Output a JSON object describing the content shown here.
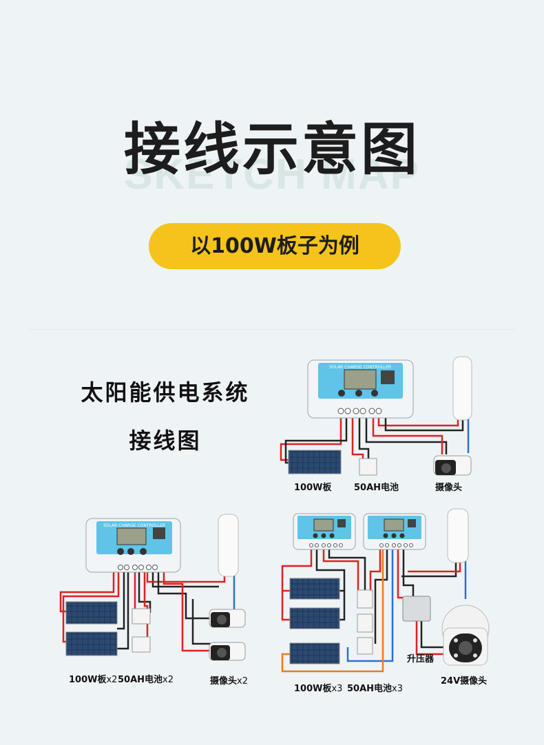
{
  "header": {
    "title": "接线示意图",
    "subtitle": "SKETCH MAP",
    "pill": "以100W板子为例"
  },
  "intro": {
    "line1": "太阳能供电系统",
    "line2": "接线图"
  },
  "controller": {
    "top_text": "SOLAR CHARGE CONTROLLER"
  },
  "diagram1": {
    "panel_label": "100W板",
    "battery_label": "50AH电池",
    "camera_label": "摄像头"
  },
  "diagram2": {
    "panel_label": "100W板",
    "panel_qty": "x2",
    "battery_label": "50AH电池",
    "battery_qty": "x2",
    "camera_label": "摄像头",
    "camera_qty": "x2"
  },
  "diagram3": {
    "panel_label": "100W板",
    "panel_qty": "x3",
    "battery_label": "50AH电池",
    "battery_qty": "x3",
    "booster_label": "升压器",
    "camera_label": "24V摄像头"
  },
  "colors": {
    "wire_red": "#e02020",
    "wire_black": "#222222",
    "wire_blue": "#2a6fd6",
    "wire_orange": "#f07a1a",
    "controller_blue": "#5fc4e8",
    "pill": "#f5c31b"
  }
}
